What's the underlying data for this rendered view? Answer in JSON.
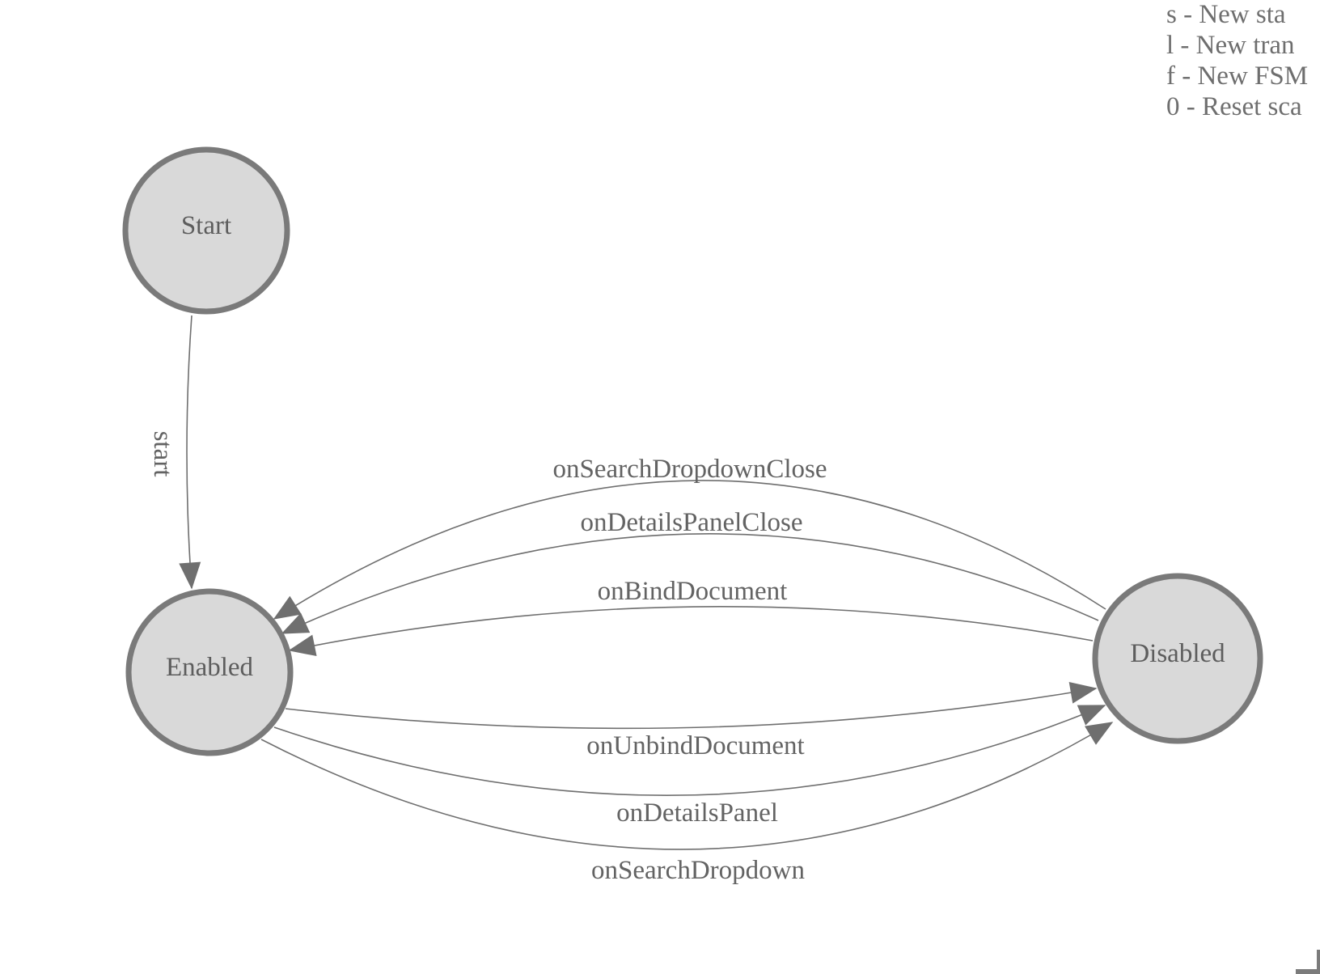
{
  "colors": {
    "background": "#ffffff",
    "node_fill": "#d9d9d9",
    "node_border": "#7a7a7a",
    "edge": "#6f6f6f",
    "arrowhead": "#6f6f6f",
    "node_text": "#5d5d5d",
    "edge_text": "#636363",
    "legend_text": "#6e6e6e",
    "corner_mark": "#7b7b7b"
  },
  "legend": {
    "lines": [
      "s - New sta",
      "l - New tran",
      "f - New FSM",
      "0 - Reset sca"
    ]
  },
  "states": [
    {
      "id": "start",
      "label": "Start"
    },
    {
      "id": "enabled",
      "label": "Enabled"
    },
    {
      "id": "disabled",
      "label": "Disabled"
    }
  ],
  "transitions": [
    {
      "label": "start",
      "from": "Start",
      "to": "Enabled"
    },
    {
      "label": "onSearchDropdownClose",
      "from": "Disabled",
      "to": "Enabled"
    },
    {
      "label": "onDetailsPanelClose",
      "from": "Disabled",
      "to": "Enabled"
    },
    {
      "label": "onBindDocument",
      "from": "Disabled",
      "to": "Enabled"
    },
    {
      "label": "onUnbindDocument",
      "from": "Enabled",
      "to": "Disabled"
    },
    {
      "label": "onDetailsPanel",
      "from": "Enabled",
      "to": "Disabled"
    },
    {
      "label": "onSearchDropdown",
      "from": "Enabled",
      "to": "Disabled"
    }
  ]
}
